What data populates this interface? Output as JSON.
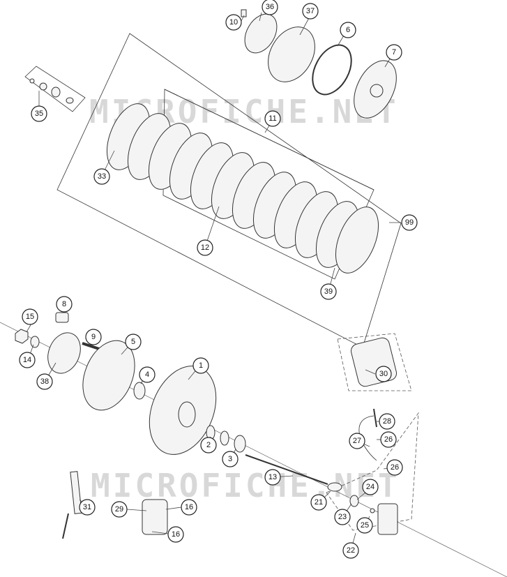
{
  "watermark": {
    "text_top": "MICROFICHE.NET",
    "text_bottom": "MICROFICHE.NET"
  },
  "callouts": [
    {
      "id": "c10",
      "label": "10"
    },
    {
      "id": "c36",
      "label": "36"
    },
    {
      "id": "c37",
      "label": "37"
    },
    {
      "id": "c6",
      "label": "6"
    },
    {
      "id": "c7",
      "label": "7"
    },
    {
      "id": "c35",
      "label": "35"
    },
    {
      "id": "c11",
      "label": "11"
    },
    {
      "id": "c33",
      "label": "33"
    },
    {
      "id": "c99",
      "label": "99"
    },
    {
      "id": "c12",
      "label": "12"
    },
    {
      "id": "c39",
      "label": "39"
    },
    {
      "id": "c8",
      "label": "8"
    },
    {
      "id": "c15",
      "label": "15"
    },
    {
      "id": "c9",
      "label": "9"
    },
    {
      "id": "c5",
      "label": "5"
    },
    {
      "id": "c1",
      "label": "1"
    },
    {
      "id": "c14",
      "label": "14"
    },
    {
      "id": "c4",
      "label": "4"
    },
    {
      "id": "c38",
      "label": "38"
    },
    {
      "id": "c30",
      "label": "30"
    },
    {
      "id": "c28",
      "label": "28"
    },
    {
      "id": "c27",
      "label": "27"
    },
    {
      "id": "c26a",
      "label": "26"
    },
    {
      "id": "c2",
      "label": "2"
    },
    {
      "id": "c3",
      "label": "3"
    },
    {
      "id": "c26b",
      "label": "26"
    },
    {
      "id": "c13",
      "label": "13"
    },
    {
      "id": "c24",
      "label": "24"
    },
    {
      "id": "c31",
      "label": "31"
    },
    {
      "id": "c29",
      "label": "29"
    },
    {
      "id": "c16a",
      "label": "16"
    },
    {
      "id": "c21",
      "label": "21"
    },
    {
      "id": "c23",
      "label": "23"
    },
    {
      "id": "c25",
      "label": "25"
    },
    {
      "id": "c16b",
      "label": "16"
    },
    {
      "id": "c22",
      "label": "22"
    }
  ]
}
